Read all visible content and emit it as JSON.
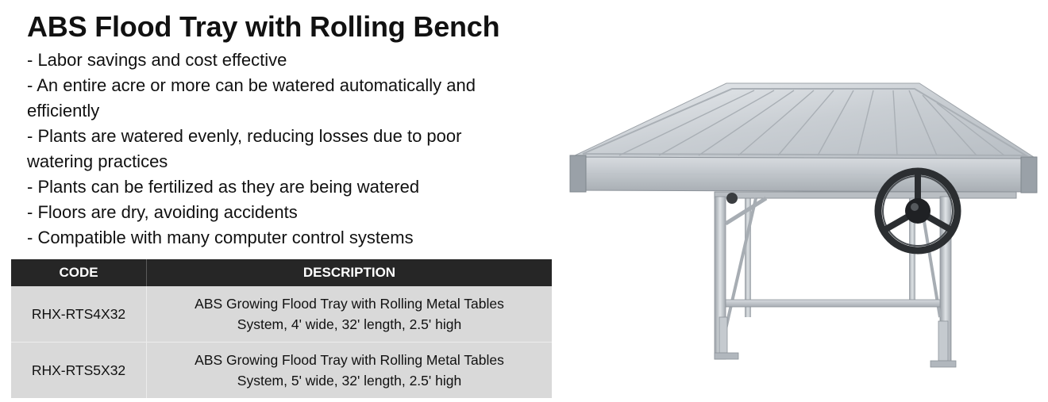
{
  "title": "ABS Flood Tray with Rolling Bench",
  "bullets": [
    "- Labor savings and cost effective",
    "- An entire acre or more can be watered automatically and efficiently",
    "- Plants are watered evenly, reducing losses due to poor watering practices",
    "- Plants can be fertilized as they are being watered",
    "- Floors are dry, avoiding accidents",
    "- Compatible with many computer control systems"
  ],
  "table": {
    "headers": [
      "CODE",
      "DESCRIPTION"
    ],
    "rows": [
      {
        "code": "RHX-RTS4X32",
        "description_line1": "ABS Growing Flood Tray with Rolling Metal Tables",
        "description_line2": "System, 4' wide, 32' length, 2.5' high"
      },
      {
        "code": "RHX-RTS5X32",
        "description_line1": "ABS Growing Flood Tray with Rolling Metal Tables",
        "description_line2": "System, 5' wide, 32' length, 2.5' high"
      }
    ]
  },
  "colors": {
    "header_bg": "#262626",
    "row_bg": "#d9d9d9",
    "text": "#111111"
  }
}
